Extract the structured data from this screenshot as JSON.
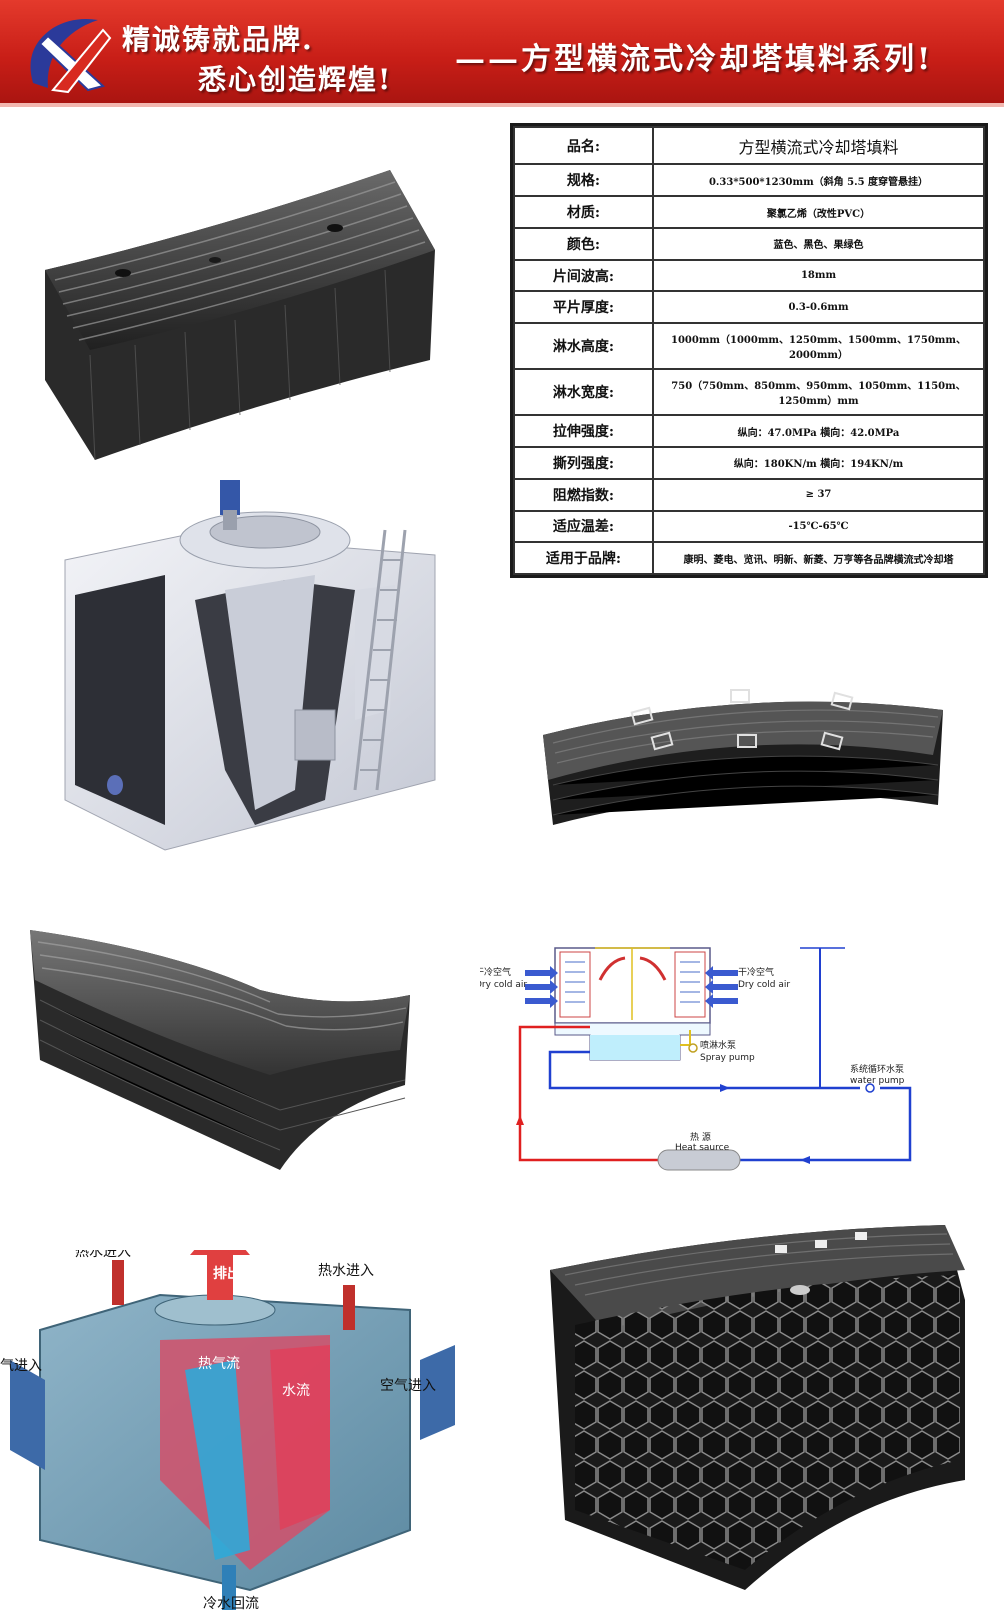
{
  "header": {
    "slogan_line1": "精诚铸就品牌.",
    "slogan_line2": "悉心创造辉煌!",
    "series_title": "——方型横流式冷却塔填料系列!",
    "colors": {
      "banner": "#c81e17",
      "logo_blue": "#2b3a9a",
      "logo_red": "#d82a20"
    }
  },
  "spec_table": {
    "rows": [
      {
        "label": "品名:",
        "value": "方型横流式冷却塔填料"
      },
      {
        "label": "规格:",
        "value": "0.33*500*1230mm（斜角 5.5 度穿管悬挂）"
      },
      {
        "label": "材质:",
        "value": "聚氯乙烯（改性PVC）"
      },
      {
        "label": "颜色:",
        "value": "蓝色、黑色、果绿色"
      },
      {
        "label": "片间波高:",
        "value": "18mm"
      },
      {
        "label": "平片厚度:",
        "value": "0.3-0.6mm"
      },
      {
        "label": "淋水高度:",
        "value": "1000mm（1000mm、1250mm、1500mm、1750mm、2000mm）"
      },
      {
        "label": "淋水宽度:",
        "value": "750（750mm、850mm、950mm、1050mm、1150m、1250mm）mm"
      },
      {
        "label": "拉伸强度:",
        "value": "纵向：47.0MPa  横向：42.0MPa"
      },
      {
        "label": "撕列强度:",
        "value": "纵向：180KN/m  横向：194KN/m"
      },
      {
        "label": "阻燃指数:",
        "value": "≥ 37"
      },
      {
        "label": "适应温差:",
        "value": "-15℃-65℃"
      },
      {
        "label": "适用于品牌:",
        "value": "康明、菱电、览讯、明新、新菱、万亨等各品牌横流式冷却塔"
      }
    ]
  },
  "flow_diagram": {
    "left_air_cn": "干冷空气",
    "left_air_en": "Dry cold air",
    "right_air_cn": "干冷空气",
    "right_air_en": "Dry cold air",
    "spray_pump_cn": "喷淋水泵",
    "spray_pump_en": "Spray pump",
    "water_pump_cn": "系统循环水泵",
    "water_pump_en": "water pump",
    "heat_source_cn": "热 源",
    "heat_source_en": "Heat saurce"
  },
  "cutaway_diagram": {
    "hot_in_left": "热水进入",
    "exhaust": "排出",
    "hot_in_right": "热水进入",
    "air_in_left": "气进入",
    "hot_air": "热气流",
    "water_flow": "水流",
    "air_in_right": "空气进入",
    "cold_return": "冷水回流"
  }
}
